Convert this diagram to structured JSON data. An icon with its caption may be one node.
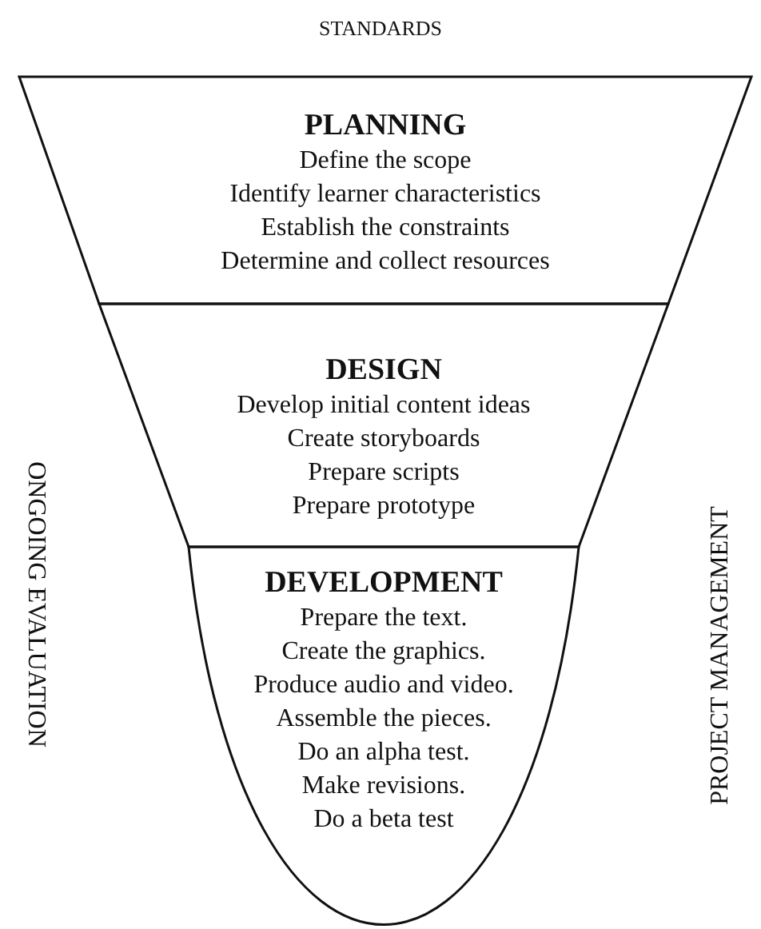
{
  "diagram": {
    "nodes": [
      {
        "text": [
          "PLANNING",
          "Define the scope",
          "Identify learner characteristics",
          "Establish the constraints",
          "Determine and collect resources"
        ]
      },
      {
        "text": [
          "DESIGN",
          "Develop initial content ideas",
          "Create storyboards",
          "Prepare scripts",
          "Prepare prototype"
        ]
      },
      {
        "text": [
          "DEVELOPMENT",
          "Prepare the text.",
          "Create the graphics.",
          "Produce audio and video.",
          "Assemble the pieces.",
          "Do an alpha test.",
          "Make revisions.",
          "Do a beta test"
        ]
      }
    ],
    "edges": [],
    "labels": [
      "STANDARDS",
      "ONGOING EVALUATION",
      "PROJECT MANAGEMENT"
    ]
  }
}
